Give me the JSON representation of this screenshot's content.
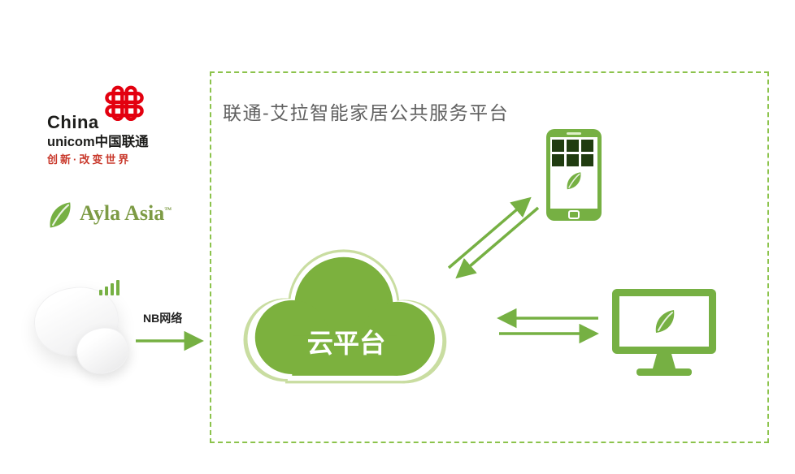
{
  "colors": {
    "brand_green": "#76b043",
    "light_green_ring": "#c9dda1",
    "app_grid_dark": "#203c10",
    "unicom_red": "#e3000f",
    "slogan_red": "#c9392c",
    "title_gray": "#606060",
    "ayla_green": "#7d9b45",
    "dashed_border_green": "#8cc34c"
  },
  "icons": {
    "unicom-knot-icon": "chinese-knot-lattice",
    "ayla-leaf-icon": "leaf",
    "signal-bars-icon": "ascending-signal-bars",
    "smartphone-icon": "phone-with-app-grid-and-leaf",
    "monitor-icon": "desktop-monitor-with-leaf",
    "cloud-icon": "cloud-outline-ring"
  },
  "unicom_logo": {
    "line1": "China",
    "line2": "unicom中国联通",
    "slogan": "创新·改变世界"
  },
  "ayla_logo": {
    "name": "Ayla Asia",
    "tm": "™"
  },
  "sensor": {
    "network_label": "NB网络"
  },
  "platform": {
    "title": "联通-艾拉智能家居公共服务平台",
    "cloud_label": "云平台"
  }
}
